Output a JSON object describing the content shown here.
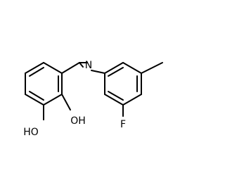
{
  "labels": {
    "oh_left": "HO",
    "oh_right": "OH",
    "nitrogen": "N",
    "fluorine": "F"
  },
  "colors": {
    "bond": "#000000",
    "background": "#ffffff"
  }
}
